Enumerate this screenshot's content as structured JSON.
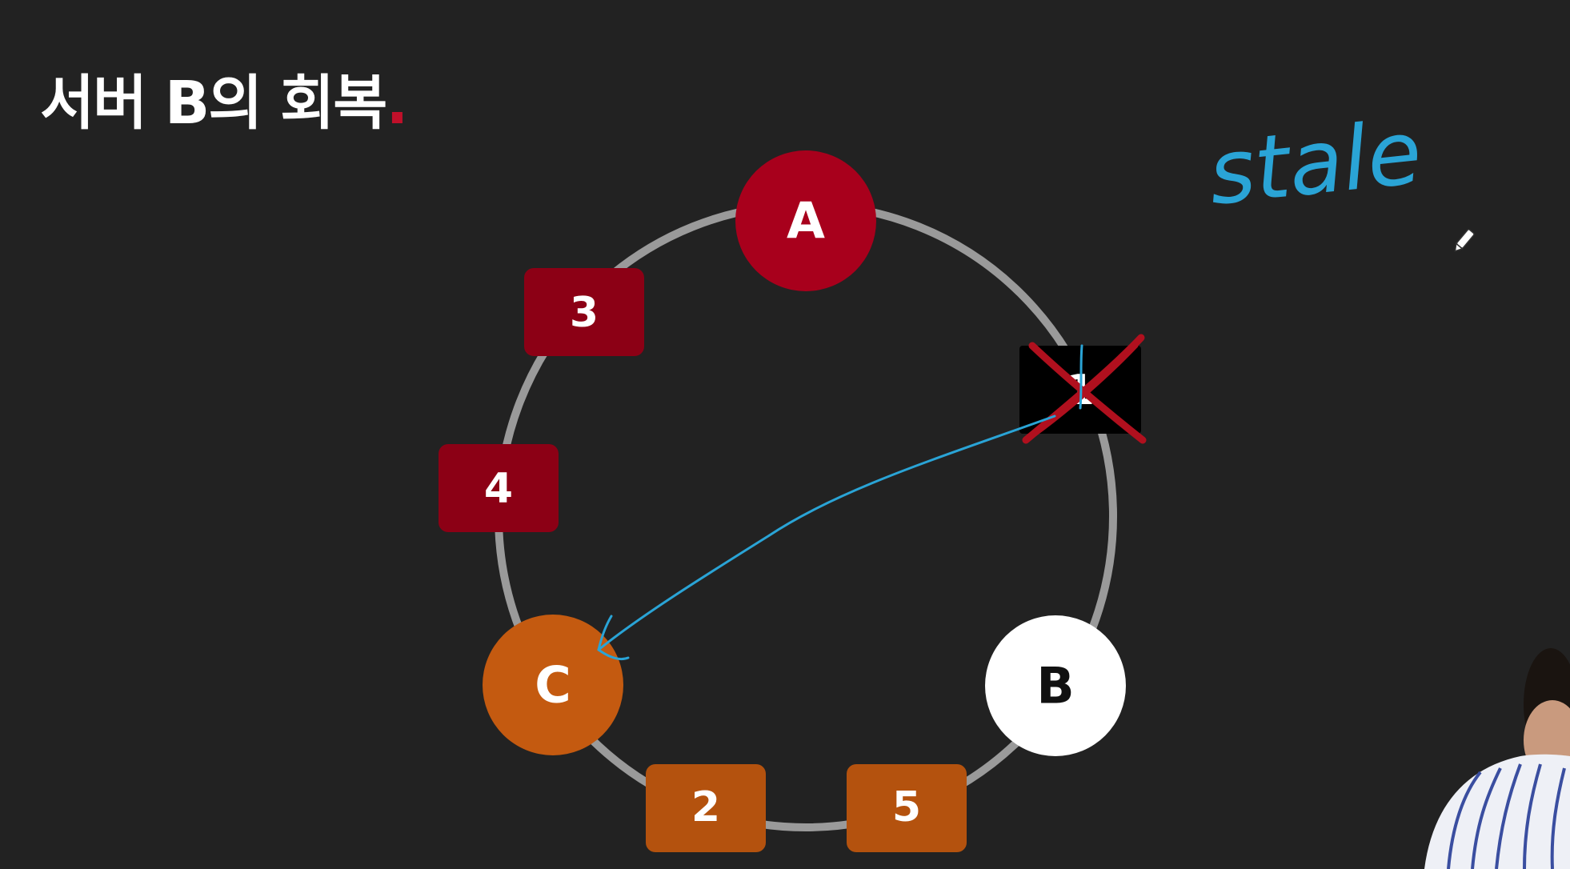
{
  "title": {
    "text": "서버 B의 회복",
    "dot": "."
  },
  "servers": [
    {
      "id": "server-a",
      "label": "A",
      "color": "#a8001c",
      "text_color": "#ffffff"
    },
    {
      "id": "server-b",
      "label": "B",
      "color": "#ffffff",
      "text_color": "#111111"
    },
    {
      "id": "server-c",
      "label": "C",
      "color": "#c45a10",
      "text_color": "#ffffff"
    }
  ],
  "keys": [
    {
      "id": "key-3",
      "label": "3",
      "color": "#8c0015"
    },
    {
      "id": "key-4",
      "label": "4",
      "color": "#8c0015"
    },
    {
      "id": "key-2",
      "label": "2",
      "color": "#b4520e"
    },
    {
      "id": "key-5",
      "label": "5",
      "color": "#b4520e"
    },
    {
      "id": "key-1",
      "label": "1",
      "color": "#000000",
      "crossed_out": true
    }
  ],
  "annotation": {
    "handwritten": "stale",
    "color": "#2aa4d6"
  },
  "ring_color": "#9a9a9a",
  "accent": "#c0102a"
}
